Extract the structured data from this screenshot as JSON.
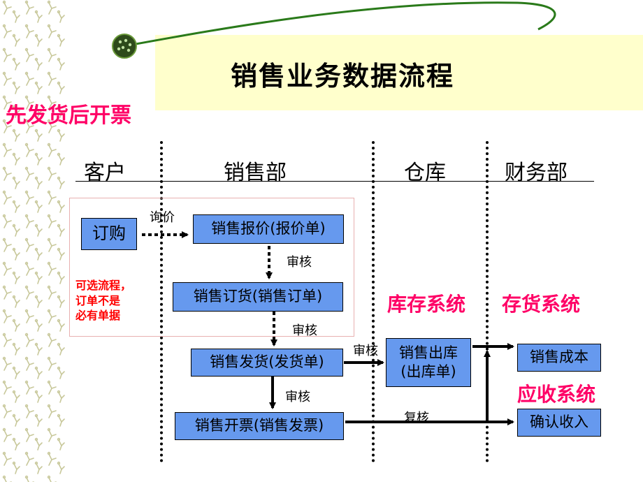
{
  "title": "销售业务数据流程",
  "subtitle": "先发货后开票",
  "lanes": {
    "customer": "客户",
    "sales": "销售部",
    "warehouse": "仓库",
    "finance": "财务部"
  },
  "systems": {
    "inventory": "库存系统",
    "stock": "存货系统",
    "receivable": "应收系统"
  },
  "nodes": {
    "order": "订购",
    "quote": "销售报价(报价单)",
    "sales_order": "销售订货(销售订单)",
    "shipment": "销售发货(发货单)",
    "invoice": "销售开票(销售发票)",
    "outbound_line1": "销售出库",
    "outbound_line2": "(出库单)",
    "cost": "销售成本",
    "revenue": "确认收入"
  },
  "edge_labels": {
    "inquiry": "询价",
    "review1": "审核",
    "review2": "审核",
    "review3": "审核",
    "review4": "审核",
    "recheck": "复核"
  },
  "optional_note": {
    "line1": "可选流程，",
    "line2": "订单不是",
    "line3": "必有单据"
  },
  "colors": {
    "node_fill": "#6699ee",
    "accent": "#ff0066",
    "title_band": "#ffffcc"
  }
}
